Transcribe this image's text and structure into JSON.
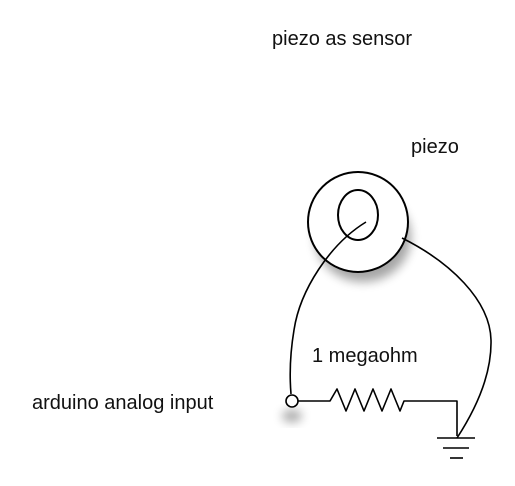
{
  "diagram": {
    "title": "piezo as  sensor",
    "piezo_label": "piezo",
    "resistor_label": "1 megaohm",
    "input_label": "arduino analog input"
  },
  "colors": {
    "stroke": "#000000",
    "text": "#111111",
    "background": "#ffffff"
  },
  "icons": {
    "piezo": "piezo-disc-icon",
    "resistor": "resistor-zigzag-icon",
    "ground": "ground-symbol-icon",
    "input_terminal": "input-terminal-icon"
  }
}
